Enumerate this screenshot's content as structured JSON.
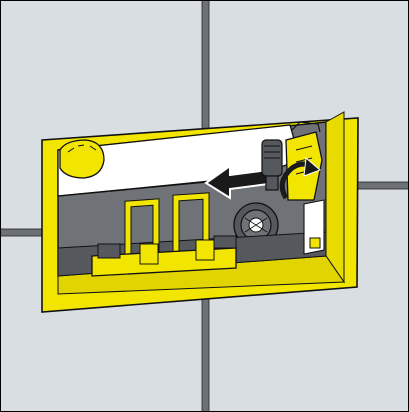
{
  "illustration": {
    "wall_color": "#d9dee3",
    "grout_color": "#6d7176",
    "frame_color": "#f2e600",
    "cavity_color": "#6f7377",
    "cavity_dark_color": "#55595d",
    "panel_color": "#ffffff",
    "outline_color": "#111111",
    "arrow_color": "#1a1a1a",
    "arrow_outline_color": "#ffffff",
    "icons": [
      "move-left-arrow",
      "rotate-arrow",
      "hose-connector",
      "valve-fitting",
      "retaining-clip"
    ]
  }
}
